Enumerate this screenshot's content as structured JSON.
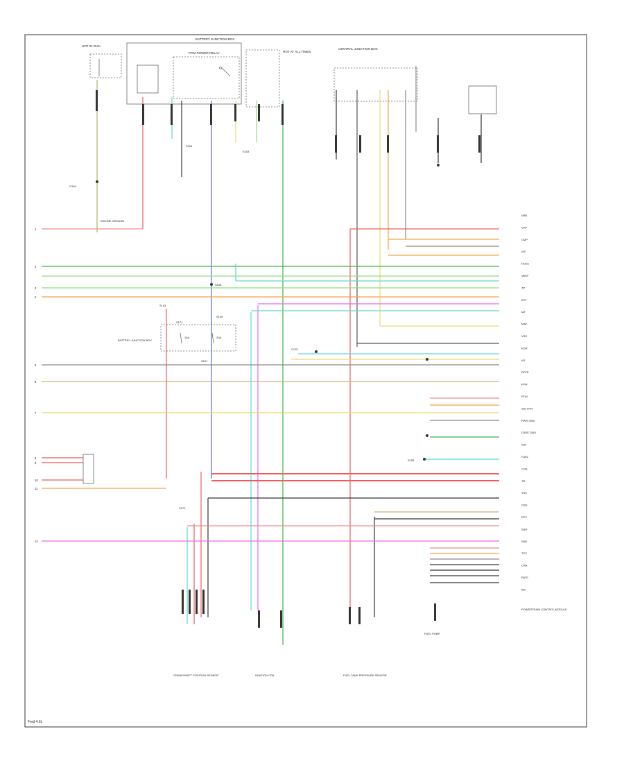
{
  "colors": {
    "border": "#555555",
    "text": "#222222",
    "wire_red": "#ef5a5a",
    "wire_pink": "#f08a8a",
    "wire_green": "#37b24d",
    "wire_lightgreen": "#8ddf7a",
    "wire_orange": "#f7a23c",
    "wire_yellow": "#ecd86a",
    "wire_tan": "#c9b07a",
    "wire_blue": "#5a6fd6",
    "wire_cyan": "#5ed6d0",
    "wire_magenta": "#ee66ee",
    "wire_gray": "#8a8a8a",
    "wire_black": "#333333",
    "wire_olive": "#b5b060",
    "ground": "#333333"
  },
  "labels": {
    "top": {
      "hot_in_run": "HOT IN RUN",
      "hot_at_all_times": "HOT AT ALL TIMES",
      "bat_fuse": "BATTERY JUNCTION BOX",
      "pcm_relay": "PCM POWER RELAY",
      "fuse_box_note": "CENTRAL JUNCTION BOX",
      "s104": "S104",
      "s103": "S103",
      "g104": "G104"
    },
    "mid": {
      "engine_ground": "ENGINE GROUND",
      "s108": "S108",
      "s103_mid": "S103",
      "s140": "S140",
      "s171": "S171",
      "s170": "S170",
      "fuse_15a": "15A",
      "fuse_20a": "20A",
      "battery_junction": "BATTERY JUNCTION BOX",
      "s101": "S101",
      "inline_connector": "C175",
      "s155": "S155"
    },
    "bottom": {
      "crank_sensors": "CRANKSHAFT POSITION SENSOR",
      "ignition": "IGNITION COIL",
      "fuel_tank": "FUEL TANK PRESSURE SENSOR",
      "fuel_pump": "FUEL PUMP",
      "note_right": "POWERTRAIN CONTROL MODULE"
    },
    "footer": "Ford 4.6L"
  },
  "left_pins": [
    "1",
    "2",
    "3",
    "4",
    "5",
    "6",
    "7",
    "8",
    "9",
    "10",
    "11",
    "12"
  ],
  "pcm_pin_labels": [
    "VBB",
    "CKP",
    "CMP",
    "IAC",
    "HO2S",
    "VREF",
    "TP",
    "ECT",
    "IAT",
    "MAF",
    "VSS",
    "EGR",
    "KS",
    "DPFE",
    "FPM",
    "PCM",
    "SIG RTN",
    "PWR GND",
    "CASE GND",
    "IGN",
    "FUEL",
    "COIL",
    "TR",
    "TSS",
    "OSS",
    "EPC",
    "SSA",
    "SSB",
    "TCC",
    "CAN",
    "PATS",
    "MIL"
  ]
}
